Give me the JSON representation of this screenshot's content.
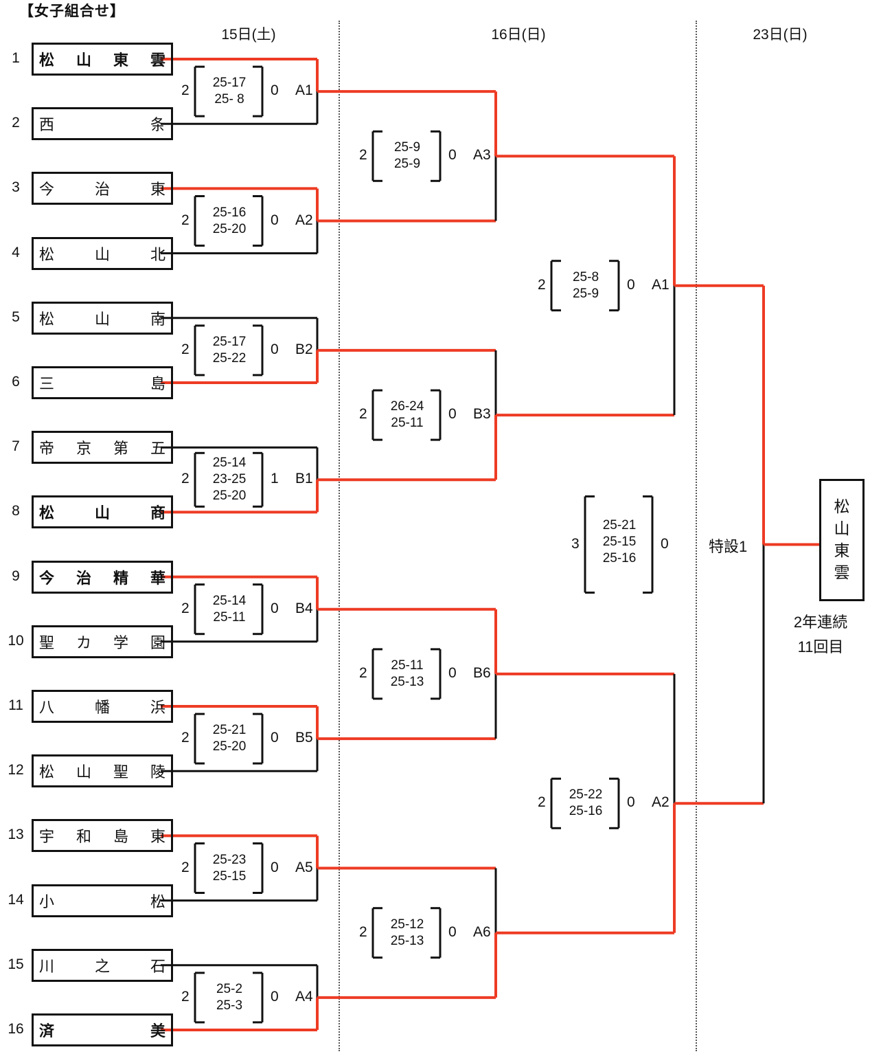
{
  "title": "【女子組合せ】",
  "days": [
    "15日(土)",
    "16日(日)",
    "23日(日)"
  ],
  "colors": {
    "winner_line": "#ee3b24",
    "line": "#111111"
  },
  "teams": [
    {
      "seed": "1",
      "chars": [
        "松",
        "山",
        "東",
        "雲"
      ],
      "winner": true
    },
    {
      "seed": "2",
      "chars": [
        "西",
        "条"
      ],
      "winner": false
    },
    {
      "seed": "3",
      "chars": [
        "今",
        "治",
        "東"
      ],
      "winner": false
    },
    {
      "seed": "4",
      "chars": [
        "松",
        "山",
        "北"
      ],
      "winner": false
    },
    {
      "seed": "5",
      "chars": [
        "松",
        "山",
        "南"
      ],
      "winner": false
    },
    {
      "seed": "6",
      "chars": [
        "三",
        "島"
      ],
      "winner": false
    },
    {
      "seed": "7",
      "chars": [
        "帝",
        "京",
        "第",
        "五"
      ],
      "winner": false
    },
    {
      "seed": "8",
      "chars": [
        "松",
        "山",
        "商"
      ],
      "winner": true
    },
    {
      "seed": "9",
      "chars": [
        "今",
        "治",
        "精",
        "華"
      ],
      "winner": true
    },
    {
      "seed": "10",
      "chars": [
        "聖",
        "カ",
        "学",
        "園"
      ],
      "winner": false
    },
    {
      "seed": "11",
      "chars": [
        "八",
        "幡",
        "浜"
      ],
      "winner": false
    },
    {
      "seed": "12",
      "chars": [
        "松",
        "山",
        "聖",
        "陵"
      ],
      "winner": false
    },
    {
      "seed": "13",
      "chars": [
        "宇",
        "和",
        "島",
        "東"
      ],
      "winner": false
    },
    {
      "seed": "14",
      "chars": [
        "小",
        "松"
      ],
      "winner": false
    },
    {
      "seed": "15",
      "chars": [
        "川",
        "之",
        "石"
      ],
      "winner": false
    },
    {
      "seed": "16",
      "chars": [
        "済",
        "美"
      ],
      "winner": true
    }
  ],
  "round1": [
    {
      "win": "2",
      "lose": "0",
      "sets": [
        "25-17",
        "25- 8"
      ],
      "court": "A1",
      "winner_side": "top"
    },
    {
      "win": "2",
      "lose": "0",
      "sets": [
        "25-16",
        "25-20"
      ],
      "court": "A2",
      "winner_side": "top"
    },
    {
      "win": "2",
      "lose": "0",
      "sets": [
        "25-17",
        "25-22"
      ],
      "court": "B2",
      "winner_side": "bottom"
    },
    {
      "win": "2",
      "lose": "1",
      "sets": [
        "25-14",
        "23-25",
        "25-20"
      ],
      "court": "B1",
      "winner_side": "bottom"
    },
    {
      "win": "2",
      "lose": "0",
      "sets": [
        "25-14",
        "25-11"
      ],
      "court": "B4",
      "winner_side": "top"
    },
    {
      "win": "2",
      "lose": "0",
      "sets": [
        "25-21",
        "25-20"
      ],
      "court": "B5",
      "winner_side": "top"
    },
    {
      "win": "2",
      "lose": "0",
      "sets": [
        "25-23",
        "25-15"
      ],
      "court": "A5",
      "winner_side": "top"
    },
    {
      "win": "2",
      "lose": "0",
      "sets": [
        "25-2",
        "25-3"
      ],
      "court": "A4",
      "winner_side": "bottom"
    }
  ],
  "round2": [
    {
      "win": "2",
      "lose": "0",
      "sets": [
        "25-9",
        "25-9"
      ],
      "court": "A3",
      "winner_side": "top"
    },
    {
      "win": "2",
      "lose": "0",
      "sets": [
        "26-24",
        "25-11"
      ],
      "court": "B3",
      "winner_side": "bottom"
    },
    {
      "win": "2",
      "lose": "0",
      "sets": [
        "25-11",
        "25-13"
      ],
      "court": "B6",
      "winner_side": "top"
    },
    {
      "win": "2",
      "lose": "0",
      "sets": [
        "25-12",
        "25-13"
      ],
      "court": "A6",
      "winner_side": "bottom"
    }
  ],
  "round3": [
    {
      "win": "2",
      "lose": "0",
      "sets": [
        "25-8",
        "25-9"
      ],
      "court": "A1",
      "winner_side": "top"
    },
    {
      "win": "2",
      "lose": "0",
      "sets": [
        "25-22",
        "25-16"
      ],
      "court": "A2",
      "winner_side": "bottom"
    }
  ],
  "final": {
    "win": "3",
    "lose": "0",
    "sets": [
      "25-21",
      "25-15",
      "25-16"
    ],
    "court": "特設1",
    "winner_side": "top"
  },
  "champion": {
    "chars": [
      "松",
      "山",
      "東",
      "雲"
    ],
    "note_line1": "2年連続",
    "note_line2": "11回目"
  }
}
